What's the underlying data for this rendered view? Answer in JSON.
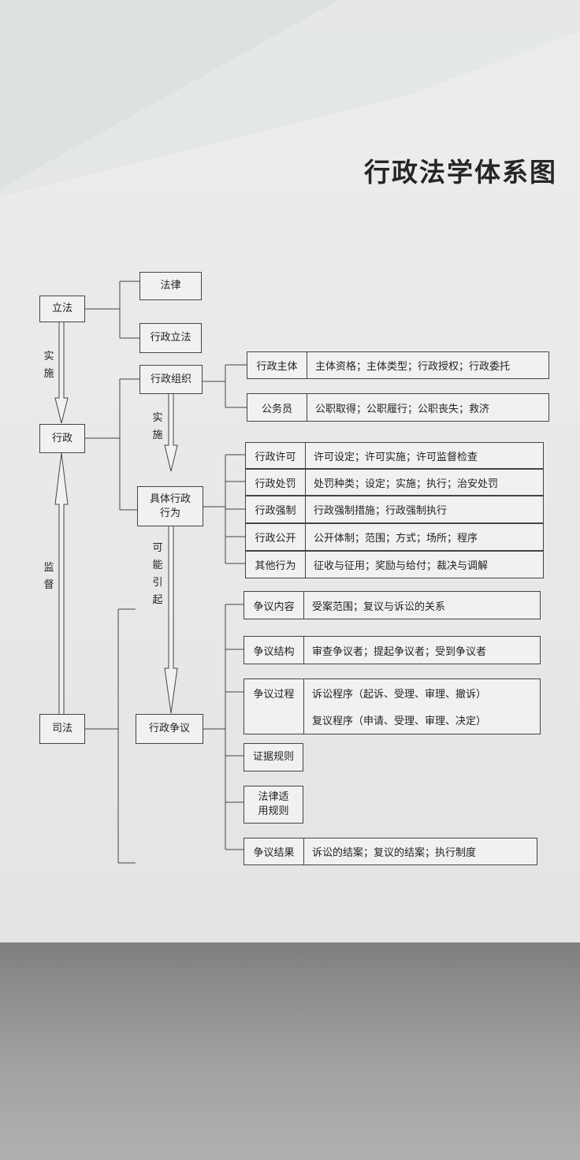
{
  "title": "行政法学体系图",
  "nodes": {
    "lifa": "立法",
    "xingzheng": "行政",
    "sifa": "司法",
    "falv": "法律",
    "xingzheng_lifa": "行政立法",
    "xingzheng_zuzhi": "行政组织",
    "juti_xingzheng_xingwei": "具体行政行为",
    "xingzheng_zhengyi": "行政争议"
  },
  "edge_labels": {
    "shishi_left": "实施",
    "shishi_mid": "实施",
    "jiandu": "监督",
    "keneng_yinqi": "可能引起"
  },
  "organization_rows": [
    {
      "label": "行政主体",
      "desc": "主体资格；主体类型；行政授权；行政委托"
    },
    {
      "label": "公务员",
      "desc": "公职取得；公职履行；公职丧失；救济"
    }
  ],
  "act_rows": [
    {
      "label": "行政许可",
      "desc": "许可设定；许可实施；许可监督检查"
    },
    {
      "label": "行政处罚",
      "desc": "处罚种类；设定；实施；执行；治安处罚"
    },
    {
      "label": "行政强制",
      "desc": "行政强制措施；行政强制执行"
    },
    {
      "label": "行政公开",
      "desc": "公开体制；范围；方式；场所；程序"
    },
    {
      "label": "其他行为",
      "desc": "征收与征用；奖励与给付；裁决与调解"
    }
  ],
  "dispute_rows": [
    {
      "label": "争议内容",
      "desc": "受案范围；复议与诉讼的关系"
    },
    {
      "label": "争议结构",
      "desc": "审查争议者；提起争议者；受到争议者"
    },
    {
      "label": "争议过程",
      "desc": "诉讼程序（起诉、受理、审理、撤诉）",
      "desc2": "复议程序（申请、受理、审理、决定）"
    },
    {
      "label": "证据规则"
    },
    {
      "label": "法律适用规则"
    },
    {
      "label": "争议结果",
      "desc": "诉讼的结案；复议的结案；执行制度"
    }
  ]
}
